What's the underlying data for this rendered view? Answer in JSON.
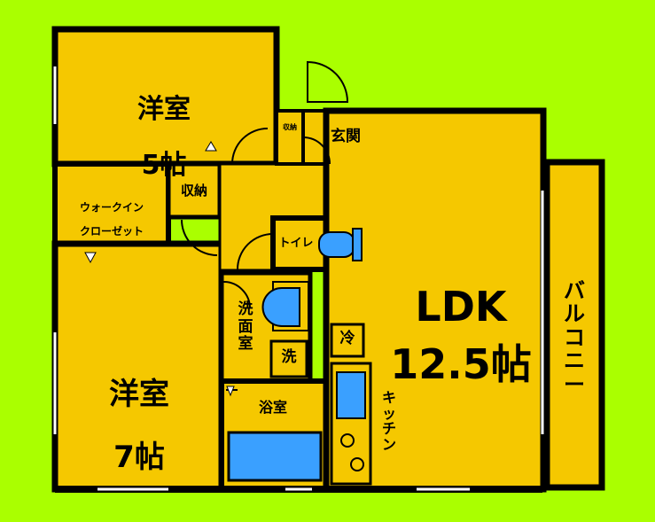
{
  "colors": {
    "background": "#aaff00",
    "room_fill": "#f5c800",
    "wall": "#000000",
    "fixture": "#3aa0ff",
    "window": "#ffffff"
  },
  "rooms": {
    "western_room_5": {
      "name": "洋室",
      "size": "5帖"
    },
    "western_room_7": {
      "name": "洋室",
      "size": "7帖"
    },
    "walk_in_closet": {
      "line1": "ウォークイン",
      "line2": "クローゼット"
    },
    "storage_left": "収納",
    "storage_entry": "収納",
    "entrance": "玄関",
    "toilet": "トイレ",
    "washroom": "洗\n面\n室",
    "washer": "洗",
    "bathroom": "浴室",
    "fridge": "冷",
    "kitchen": "キ\nッ\nチ\nン",
    "ldk": {
      "name": "LDK",
      "size": "12.5帖"
    },
    "balcony": "バ\nル\nコ\nニ\nー"
  }
}
